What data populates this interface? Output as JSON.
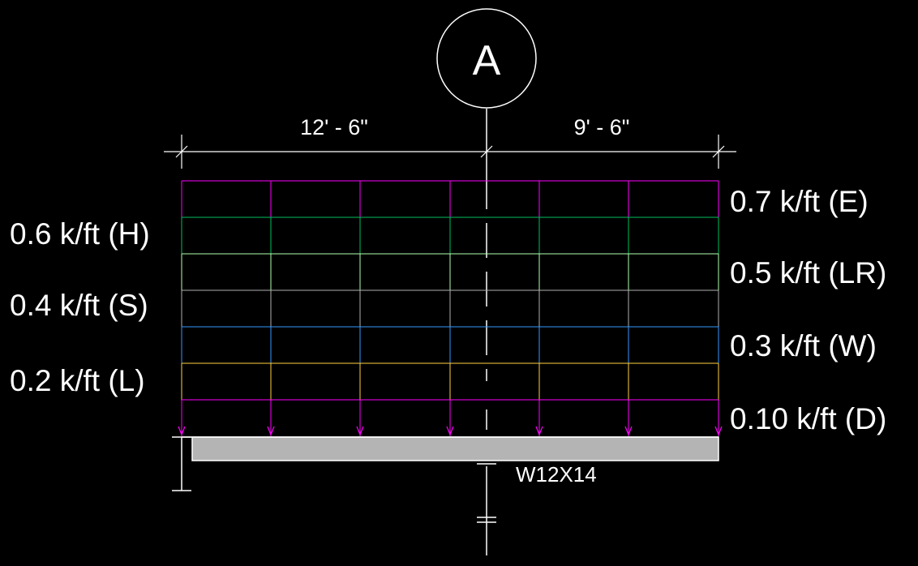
{
  "grid_line": {
    "label": "A"
  },
  "dimensions": {
    "left": "12' - 6\"",
    "right": "9' - 6\""
  },
  "loads": [
    {
      "id": "E",
      "label": "0.7 k/ft (E)",
      "color": "#ff00ff"
    },
    {
      "id": "H",
      "label": "0.6 k/ft (H)",
      "color": "#00c060"
    },
    {
      "id": "LR",
      "label": "0.5 k/ft (LR)",
      "color": "#b0ffb0"
    },
    {
      "id": "S",
      "label": "0.4 k/ft (S)",
      "color": "#b0b0b0"
    },
    {
      "id": "W",
      "label": "0.3 k/ft (W)",
      "color": "#3399ff"
    },
    {
      "id": "L",
      "label": "0.2 k/ft (L)",
      "color": "#ffd040"
    },
    {
      "id": "D",
      "label": "0.10 k/ft (D)",
      "color": "#ff00ff"
    }
  ],
  "member": {
    "label": "W12X14",
    "fill": "#b4b4b4"
  }
}
